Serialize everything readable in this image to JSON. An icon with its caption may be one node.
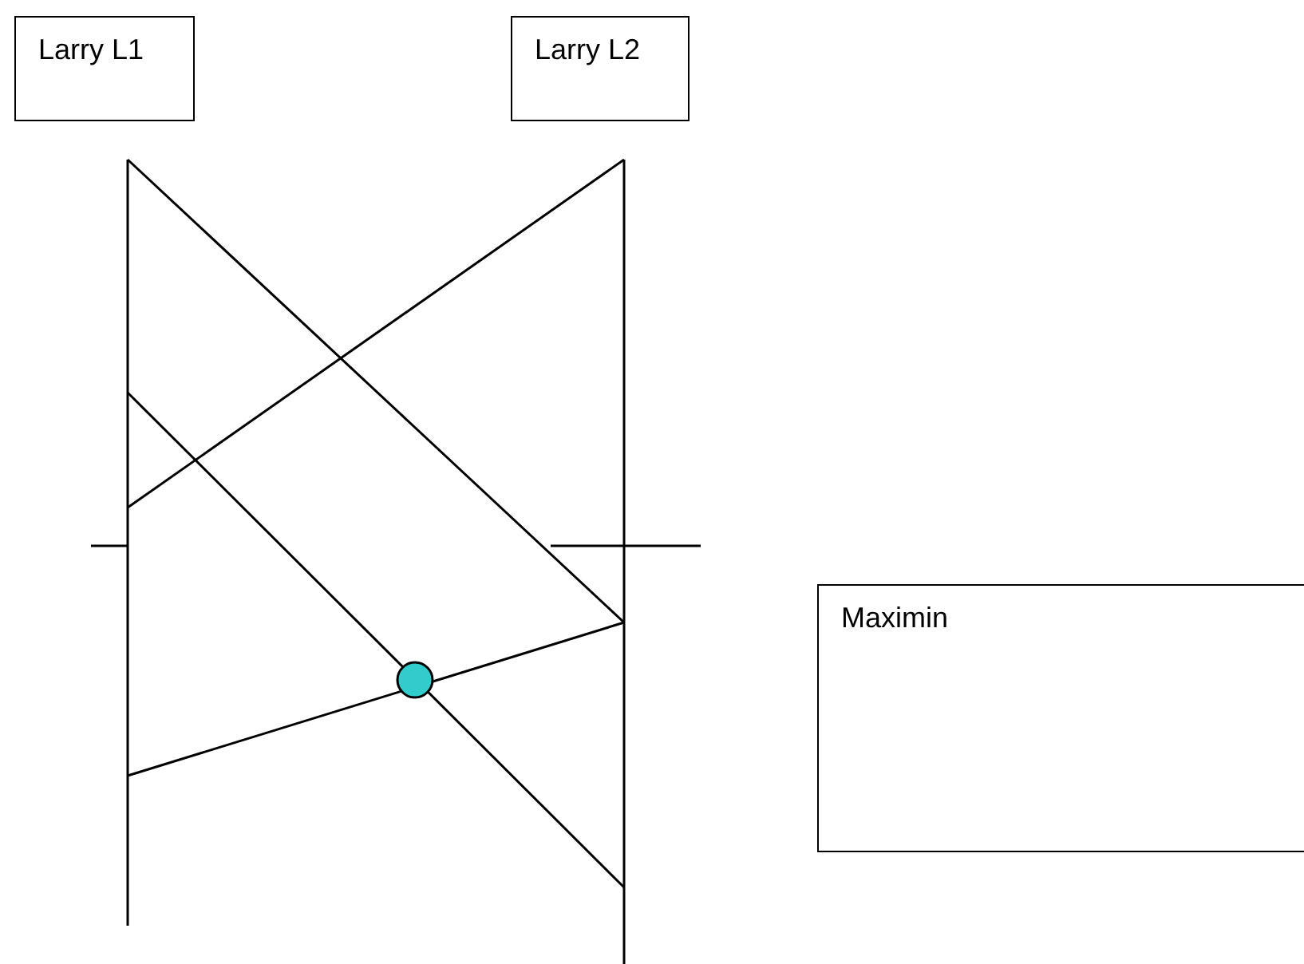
{
  "diagram": {
    "nodes": [
      {
        "text": [
          "Larry L1"
        ]
      },
      {
        "text": [
          "Larry L2"
        ]
      },
      {
        "text": [
          "Maximin"
        ]
      }
    ]
  }
}
